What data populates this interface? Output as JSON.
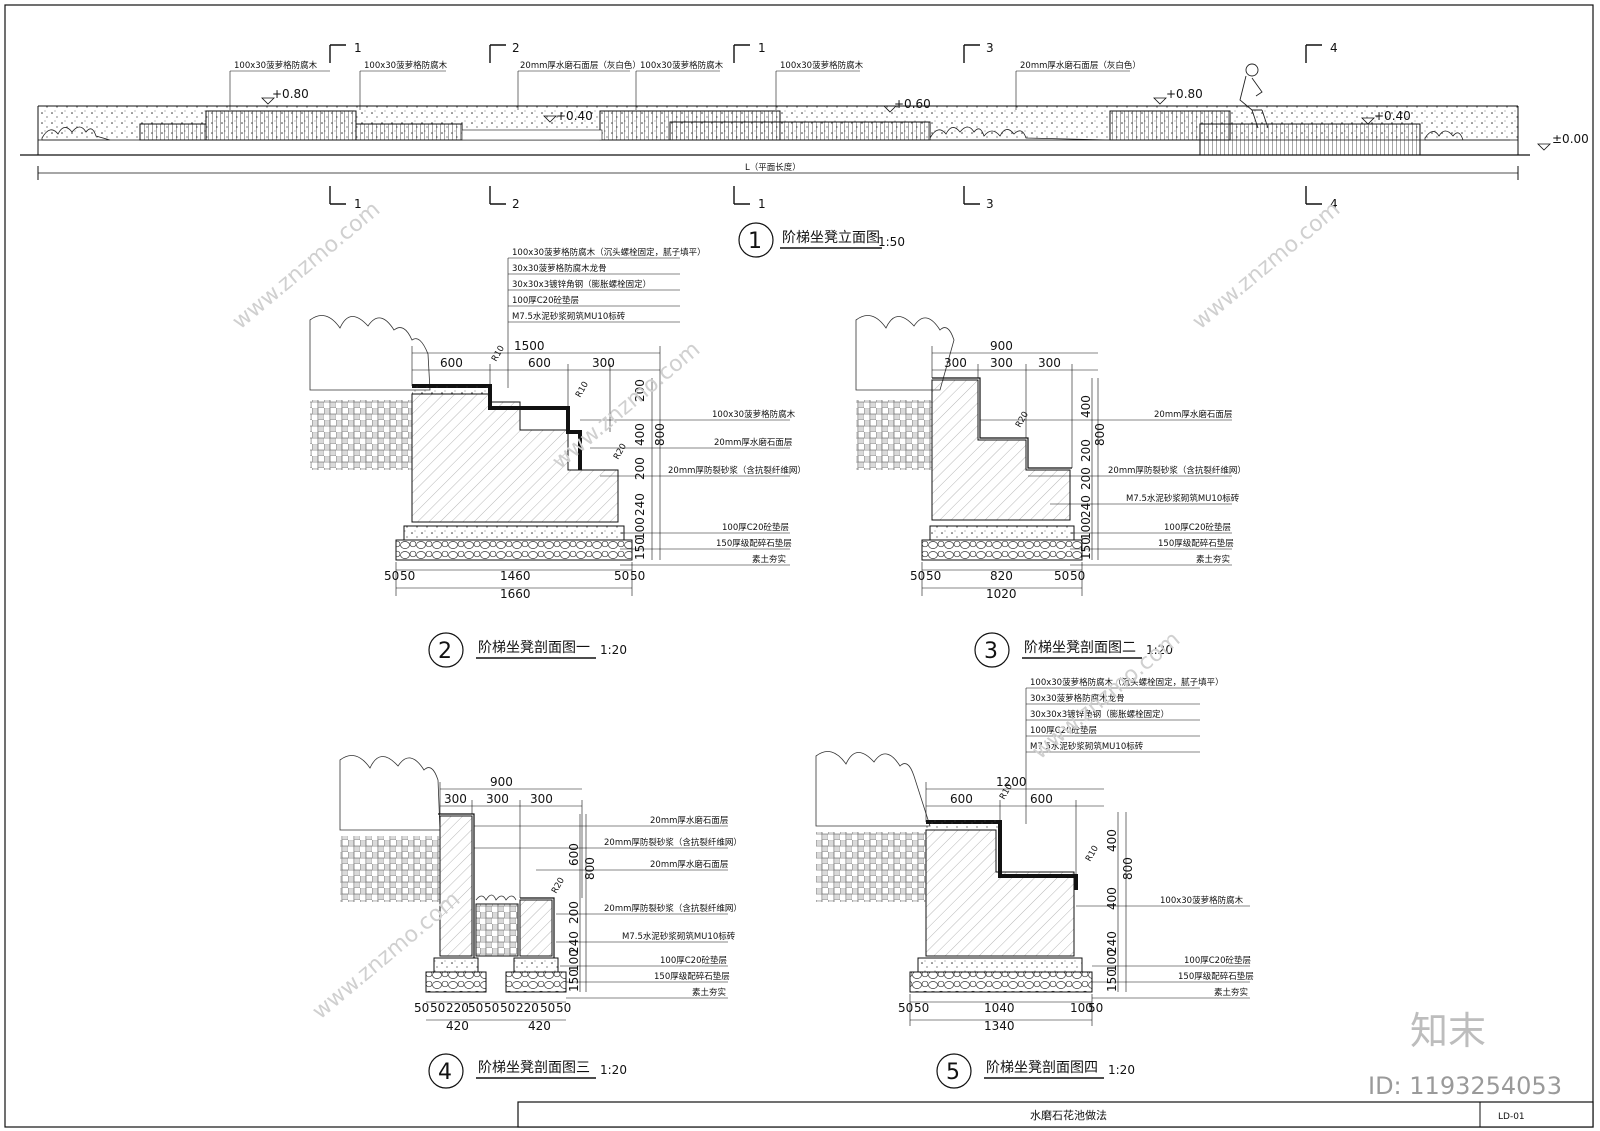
{
  "elevation": {
    "labels_top": [
      "100x30菠萝格防腐木",
      "100x30菠萝格防腐木",
      "20mm厚水磨石面层（灰白色）",
      "100x30菠萝格防腐木",
      "100x30菠萝格防腐木",
      "20mm厚水磨石面层（灰白色）"
    ],
    "levels": [
      "+0.80",
      "+0.40",
      "+0.60",
      "+0.80",
      "+0.40",
      "±0.00"
    ],
    "length_label": "L（平面长度）",
    "cut_marks": [
      "1",
      "2",
      "1",
      "3",
      "4"
    ],
    "title_num": "1",
    "title": "阶梯坐凳立面图",
    "scale": "1:50"
  },
  "section1": {
    "title_num": "2",
    "title": "阶梯坐凳剖面图一",
    "scale": "1:20",
    "stack_notes": [
      "100x30菠萝格防腐木（沉头螺栓固定，腻子填平）",
      "30x30菠萝格防腐木龙骨",
      "30x30x3镀锌角钢（膨胀螺栓固定）",
      "100厚C20砼垫层",
      "M7.5水泥砂浆砌筑MU10标砖"
    ],
    "right_notes": [
      "100x30菠萝格防腐木",
      "20mm厚水磨石面层",
      "20mm厚防裂砂浆（含抗裂纤维网）",
      "100厚C20砼垫层",
      "150厚级配碎石垫层",
      "素土夯实"
    ],
    "top_dims": [
      "1500",
      "600",
      "600",
      "300"
    ],
    "v_dims": [
      "200",
      "400",
      "800",
      "200",
      "240",
      "100",
      "150"
    ],
    "bottom_dims": [
      "50",
      "50",
      "1460",
      "50",
      "50",
      "1660"
    ],
    "radii": [
      "R10",
      "R10",
      "R20"
    ]
  },
  "section2": {
    "title_num": "3",
    "title": "阶梯坐凳剖面图二",
    "scale": "1:20",
    "right_notes": [
      "20mm厚水磨石面层",
      "20mm厚防裂砂浆（含抗裂纤维网）",
      "M7.5水泥砂浆砌筑MU10标砖",
      "100厚C20砼垫层",
      "150厚级配碎石垫层",
      "素土夯实"
    ],
    "top_dims": [
      "900",
      "300",
      "300",
      "300"
    ],
    "v_dims": [
      "400",
      "800",
      "200",
      "200",
      "240",
      "100",
      "150"
    ],
    "bottom_dims": [
      "50",
      "50",
      "820",
      "50",
      "50",
      "1020"
    ],
    "radii": [
      "R20"
    ]
  },
  "section3": {
    "title_num": "4",
    "title": "阶梯坐凳剖面图三",
    "scale": "1:20",
    "right_notes": [
      "20mm厚水磨石面层",
      "20mm厚防裂砂浆（含抗裂纤维网）",
      "20mm厚水磨石面层",
      "20mm厚防裂砂浆（含抗裂纤维网）",
      "M7.5水泥砂浆砌筑MU10标砖",
      "100厚C20砼垫层",
      "150厚级配碎石垫层",
      "素土夯实"
    ],
    "top_dims": [
      "900",
      "300",
      "300",
      "300"
    ],
    "v_dims": [
      "600",
      "800",
      "200",
      "240",
      "100",
      "150"
    ],
    "bottom_dims": [
      "50",
      "50",
      "220",
      "50",
      "50",
      "50",
      "220",
      "50",
      "50",
      "420",
      "420"
    ],
    "radii": [
      "R20"
    ]
  },
  "section4": {
    "title_num": "5",
    "title": "阶梯坐凳剖面图四",
    "scale": "1:20",
    "stack_notes": [
      "100x30菠萝格防腐木（沉头螺栓固定，腻子填平）",
      "30x30菠萝格防腐木龙骨",
      "30x30x3镀锌角钢（膨胀螺栓固定）",
      "100厚C20砼垫层",
      "M7.5水泥砂浆砌筑MU10标砖"
    ],
    "right_notes": [
      "100x30菠萝格防腐木",
      "100厚C20砼垫层",
      "150厚级配碎石垫层",
      "素土夯实"
    ],
    "top_dims": [
      "1200",
      "600",
      "600"
    ],
    "v_dims": [
      "400",
      "800",
      "400",
      "240",
      "100",
      "150"
    ],
    "bottom_dims": [
      "50",
      "50",
      "1040",
      "100",
      "50",
      "1340"
    ],
    "radii": [
      "R10",
      "R10"
    ]
  },
  "titleblock": {
    "name": "水磨石花池做法",
    "code": "LD-01"
  },
  "watermark": {
    "logo": "知末",
    "id": "ID: 1193254053",
    "site": "www.znzmo.com"
  }
}
